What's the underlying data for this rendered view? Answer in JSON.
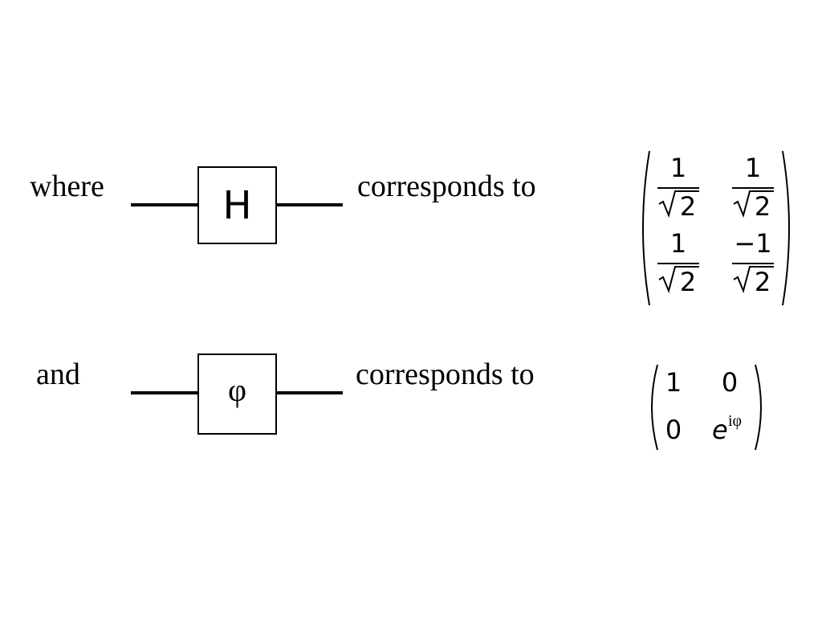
{
  "rows": [
    {
      "prefix": "where",
      "gate_label": "H",
      "relation": "corresponds to",
      "matrix": {
        "cells": [
          [
            {
              "num": "1",
              "den": "2"
            },
            {
              "num": "1",
              "den": "2"
            }
          ],
          [
            {
              "num": "1",
              "den": "2"
            },
            {
              "num": "−1",
              "den": "2"
            }
          ]
        ]
      }
    },
    {
      "prefix": "and",
      "gate_label": "φ",
      "relation": "corresponds to",
      "matrix": {
        "cells": [
          [
            "1",
            "0"
          ],
          [
            "0",
            "e"
          ]
        ],
        "exponent": "iφ"
      }
    }
  ]
}
